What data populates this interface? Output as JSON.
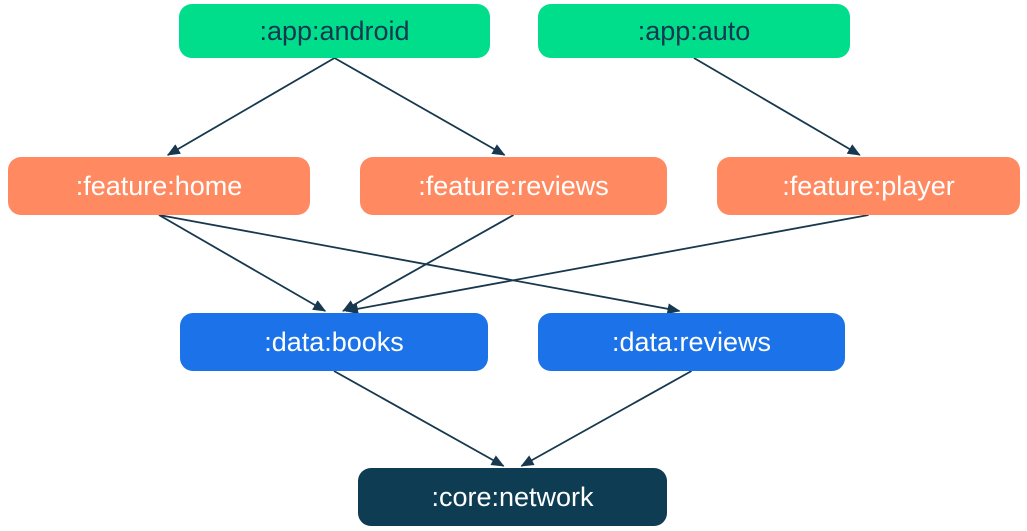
{
  "diagram": {
    "nodes": [
      {
        "id": ":app:android",
        "label": ":app:android",
        "type": "app"
      },
      {
        "id": ":app:auto",
        "label": ":app:auto",
        "type": "app"
      },
      {
        "id": ":feature:home",
        "label": ":feature:home",
        "type": "feature"
      },
      {
        "id": ":feature:reviews",
        "label": ":feature:reviews",
        "type": "feature"
      },
      {
        "id": ":feature:player",
        "label": ":feature:player",
        "type": "feature"
      },
      {
        "id": ":data:books",
        "label": ":data:books",
        "type": "data"
      },
      {
        "id": ":data:reviews",
        "label": ":data:reviews",
        "type": "data"
      },
      {
        "id": ":core:network",
        "label": ":core:network",
        "type": "core"
      }
    ],
    "edges": [
      {
        "from": ":app:android",
        "to": ":feature:home"
      },
      {
        "from": ":app:android",
        "to": ":feature:reviews"
      },
      {
        "from": ":app:auto",
        "to": ":feature:player"
      },
      {
        "from": ":feature:home",
        "to": ":data:books"
      },
      {
        "from": ":feature:home",
        "to": ":data:reviews"
      },
      {
        "from": ":feature:reviews",
        "to": ":data:books"
      },
      {
        "from": ":feature:player",
        "to": ":data:books"
      },
      {
        "from": ":data:books",
        "to": ":core:network"
      },
      {
        "from": ":data:reviews",
        "to": ":core:network"
      }
    ],
    "colors": {
      "app": "#00DE8B",
      "feature": "#FF8A61",
      "data": "#1C72E8",
      "core": "#0D3C53",
      "arrow": "#17384E",
      "app_text": "#16384E",
      "light_text": "#FFFFFF"
    }
  }
}
